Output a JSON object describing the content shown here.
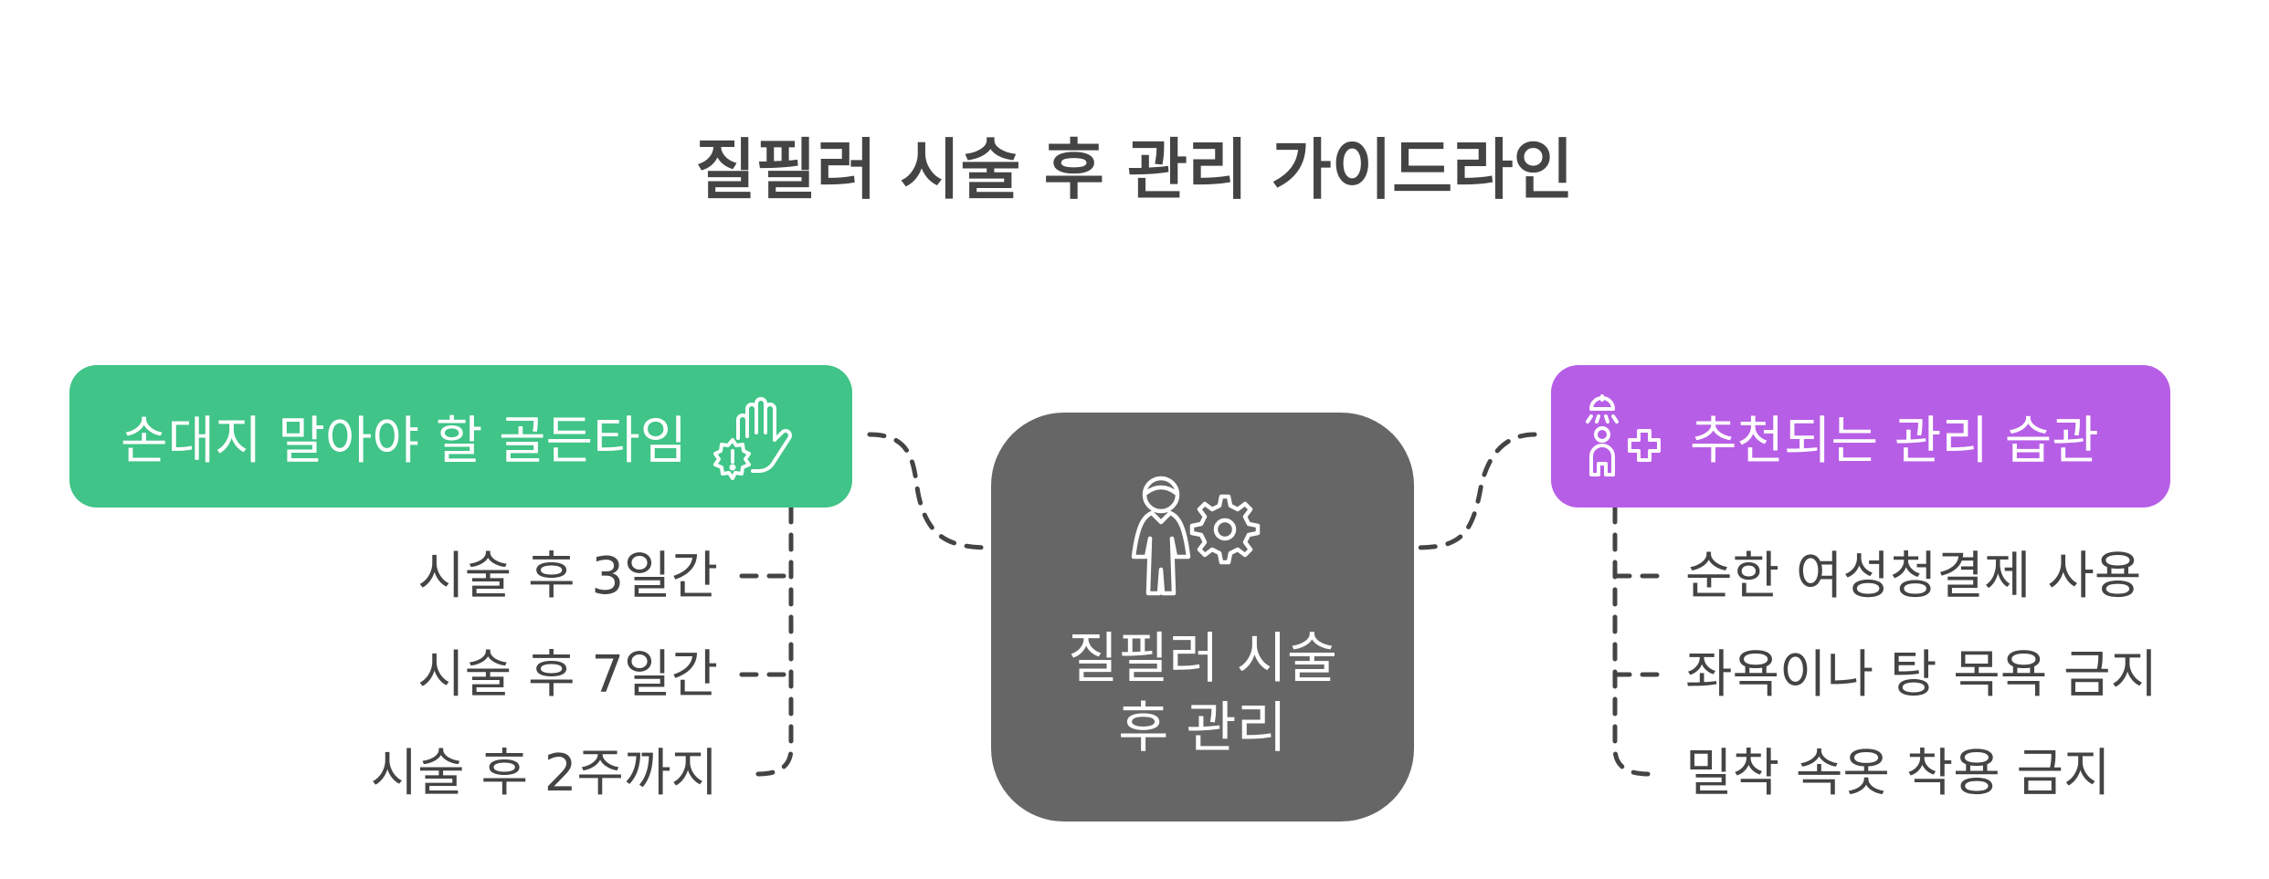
{
  "title": "질필러 시술 후 관리 가이드라인",
  "center": {
    "line1": "질필러 시술",
    "line2": "후 관리",
    "icon": "person-gear-icon"
  },
  "left_branch": {
    "label": "손대지 말아야 할 골든타임",
    "icon": "stop-hand-warning-icon",
    "color": "#40C487",
    "items": [
      "시술 후 3일간",
      "시술 후 7일간",
      "시술 후 2주까지"
    ]
  },
  "right_branch": {
    "label": "추천되는 관리 습관",
    "icon": "shower-health-icon",
    "color": "#B75EE6",
    "items": [
      "순한 여성청결제 사용",
      "좌욕이나 탕 목욕 금지",
      "밀착 속옷 착용 금지"
    ]
  },
  "center_color": "#666666",
  "connector_color": "#444444"
}
